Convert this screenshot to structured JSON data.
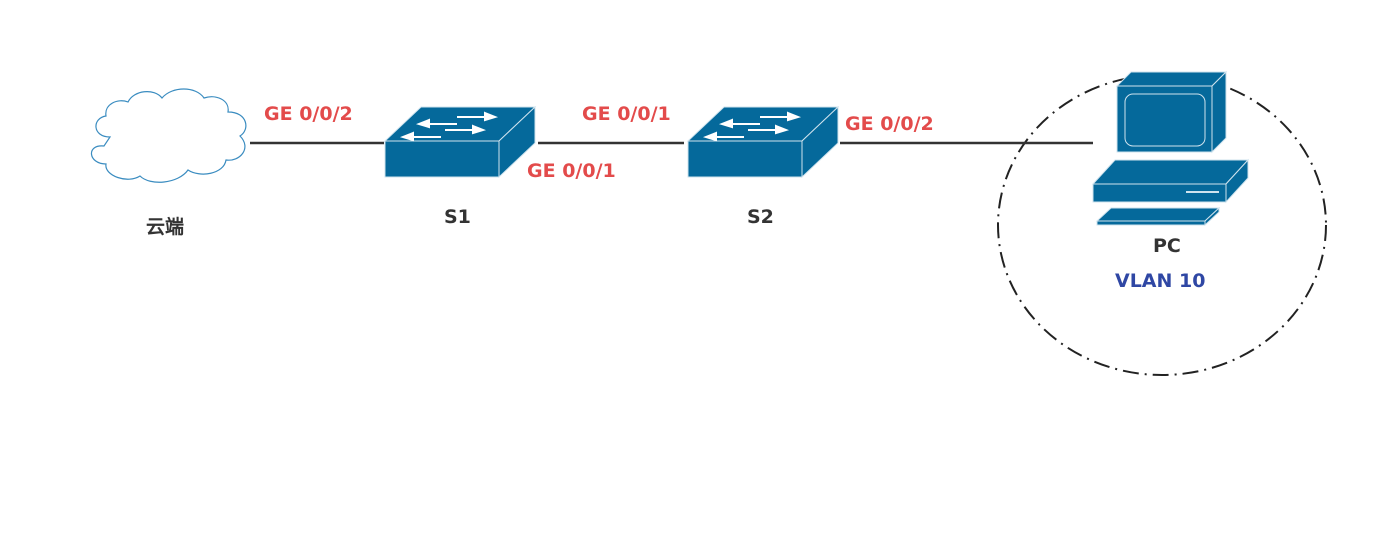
{
  "colors": {
    "device_fill": "#05699B",
    "device_edge": "#cfe3ee",
    "link": "#333333",
    "port_label": "#E34B4B",
    "node_label": "#333333",
    "vlan_label": "#2F47A4",
    "cloud_stroke": "#3A8CC0",
    "zone_stroke": "#222222"
  },
  "nodes": {
    "cloud": {
      "label": "云端",
      "icon": "cloud-icon"
    },
    "s1": {
      "label": "S1",
      "icon": "switch-icon"
    },
    "s2": {
      "label": "S2",
      "icon": "switch-icon"
    },
    "pc": {
      "label": "PC",
      "vlan": "VLAN 10",
      "icon": "pc-icon"
    }
  },
  "links": [
    {
      "from": "cloud",
      "to": "s1",
      "port_label": "GE 0/0/2"
    },
    {
      "from": "s1",
      "to": "s2",
      "from_port": "GE 0/0/1",
      "to_port": "GE 0/0/1"
    },
    {
      "from": "s2",
      "to": "pc",
      "port_label": "GE 0/0/2"
    }
  ]
}
